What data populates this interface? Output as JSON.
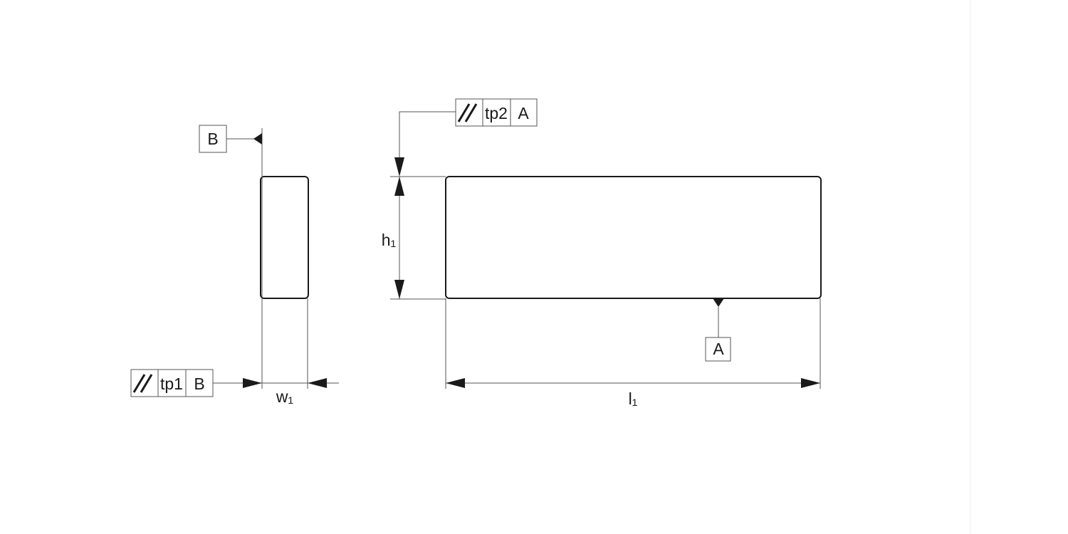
{
  "diagram": {
    "side_view": {
      "dimension_label": "w₁",
      "datum_label": "B",
      "tolerance_frame": {
        "symbol": "parallelism-icon",
        "tolerance": "tp1",
        "datum": "B"
      }
    },
    "front_view": {
      "height_label": "h₁",
      "length_label": "l₁",
      "datum_label": "A",
      "tolerance_frame": {
        "symbol": "parallelism-icon",
        "tolerance": "tp2",
        "datum": "A"
      }
    }
  },
  "colors": {
    "outline": "#1a1a1a",
    "thin_line": "#555555",
    "background": "#ffffff"
  }
}
